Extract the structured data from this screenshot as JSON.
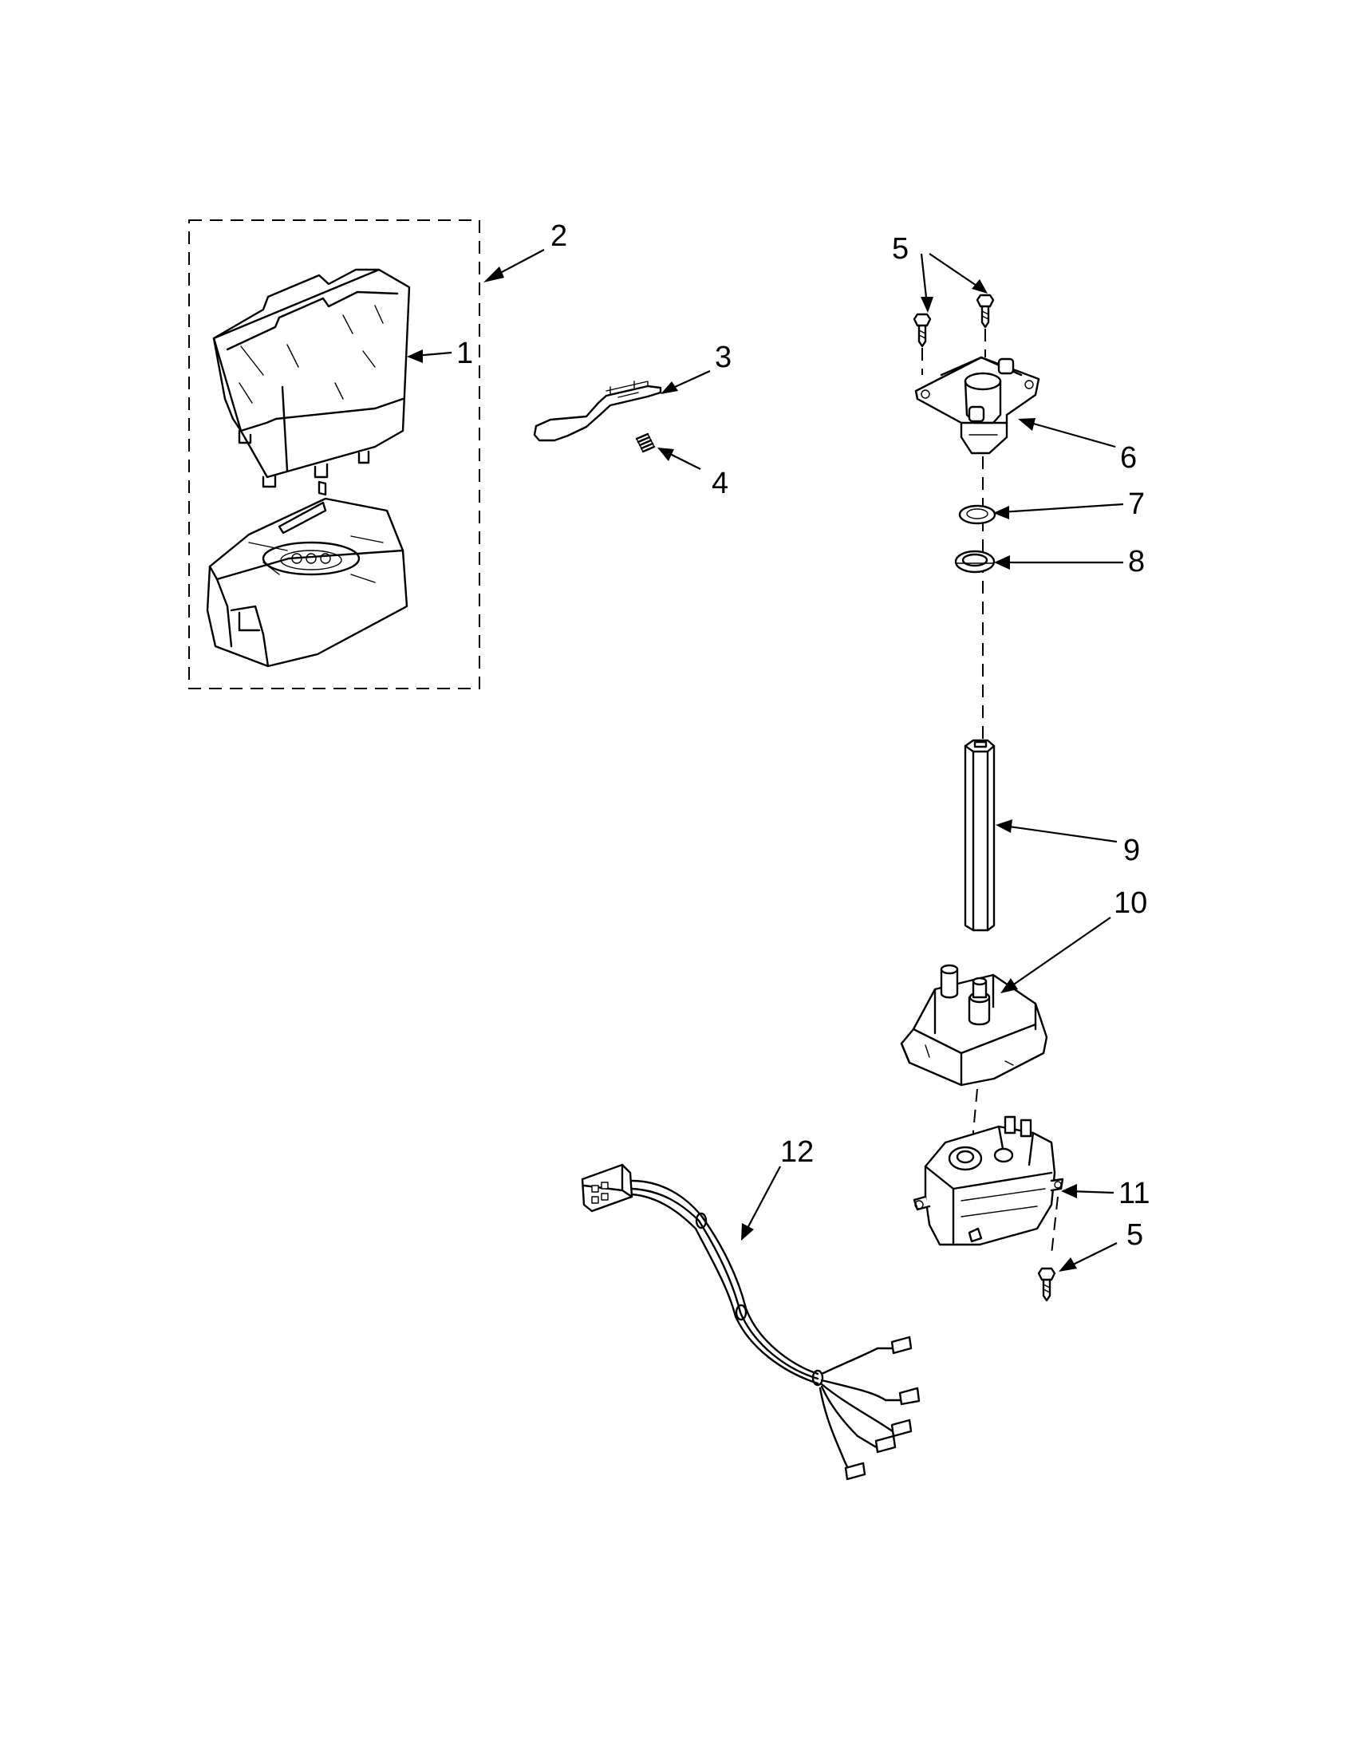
{
  "diagram": {
    "callouts": [
      {
        "id": "c2",
        "text": "2"
      },
      {
        "id": "c1",
        "text": "1"
      },
      {
        "id": "c3",
        "text": "3"
      },
      {
        "id": "c4",
        "text": "4"
      },
      {
        "id": "c5a",
        "text": "5"
      },
      {
        "id": "c6",
        "text": "6"
      },
      {
        "id": "c7",
        "text": "7"
      },
      {
        "id": "c8",
        "text": "8"
      },
      {
        "id": "c9",
        "text": "9"
      },
      {
        "id": "c10",
        "text": "10"
      },
      {
        "id": "c12",
        "text": "12"
      },
      {
        "id": "c11",
        "text": "11"
      },
      {
        "id": "c5b",
        "text": "5"
      }
    ]
  }
}
